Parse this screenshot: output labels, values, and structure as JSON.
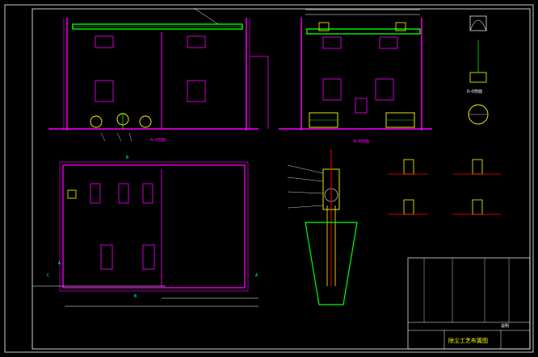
{
  "section_labels": {
    "aa": "A—A剖面",
    "bb": "B—B剖面",
    "detail_d": "D—D剖面"
  },
  "title_block": {
    "title": "除尘工艺布置图",
    "note": "说明"
  },
  "grid_letters": {
    "a": "A",
    "b": "B",
    "c": "C"
  },
  "palette": {
    "background": "#000000",
    "frame": "#ffffff",
    "walls": "#ff00ff",
    "equipment": "#ffff00",
    "piping": "#00ff00",
    "dimension": "#00ffff",
    "hatch": "#ff0000"
  }
}
